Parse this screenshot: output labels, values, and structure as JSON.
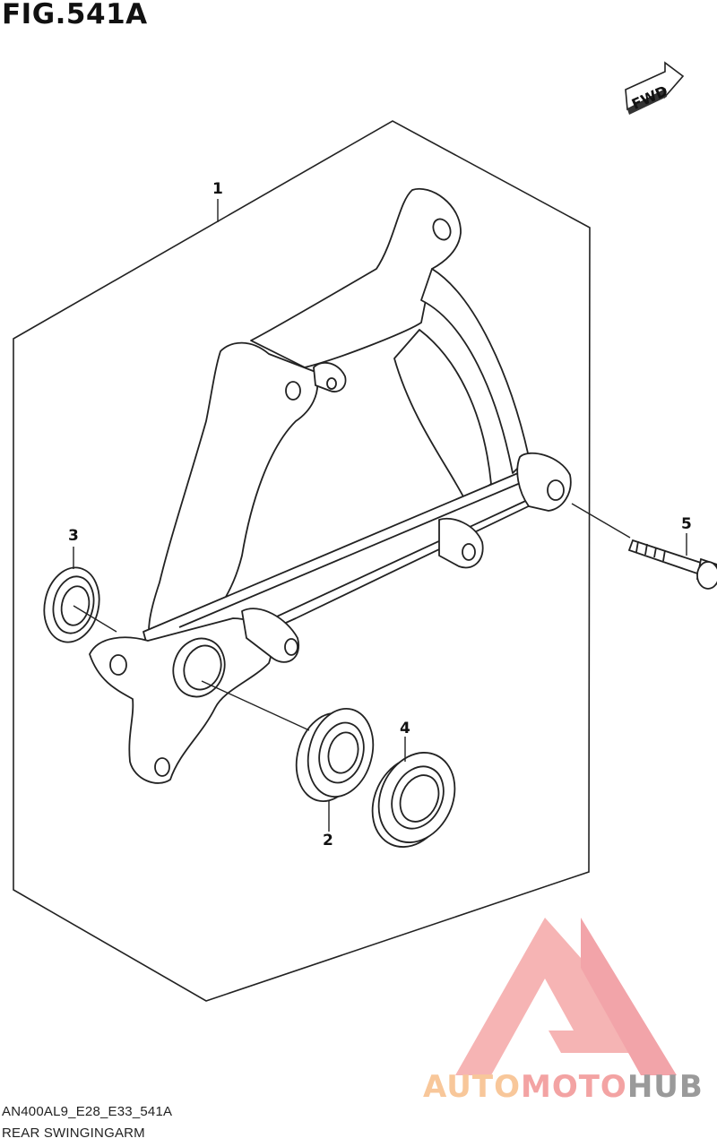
{
  "figure": {
    "title": "FIG.541A",
    "code": "AN400AL9_E28_E33_541A",
    "name": "REAR SWINGINGARM"
  },
  "direction_badge": "FWD",
  "callouts": [
    {
      "id": "1",
      "part": "swingarm"
    },
    {
      "id": "2",
      "part": "bearing"
    },
    {
      "id": "3",
      "part": "oil-seal"
    },
    {
      "id": "4",
      "part": "oil-seal"
    },
    {
      "id": "5",
      "part": "bolt"
    }
  ],
  "watermark": {
    "part1": "AUTO",
    "part2": "MOTO",
    "part3": "HUB",
    "colors": {
      "auto": "#f8c79a",
      "moto": "#f3a3a3",
      "hub": "#9a9a9a",
      "logo": "#ef8a8a"
    }
  }
}
